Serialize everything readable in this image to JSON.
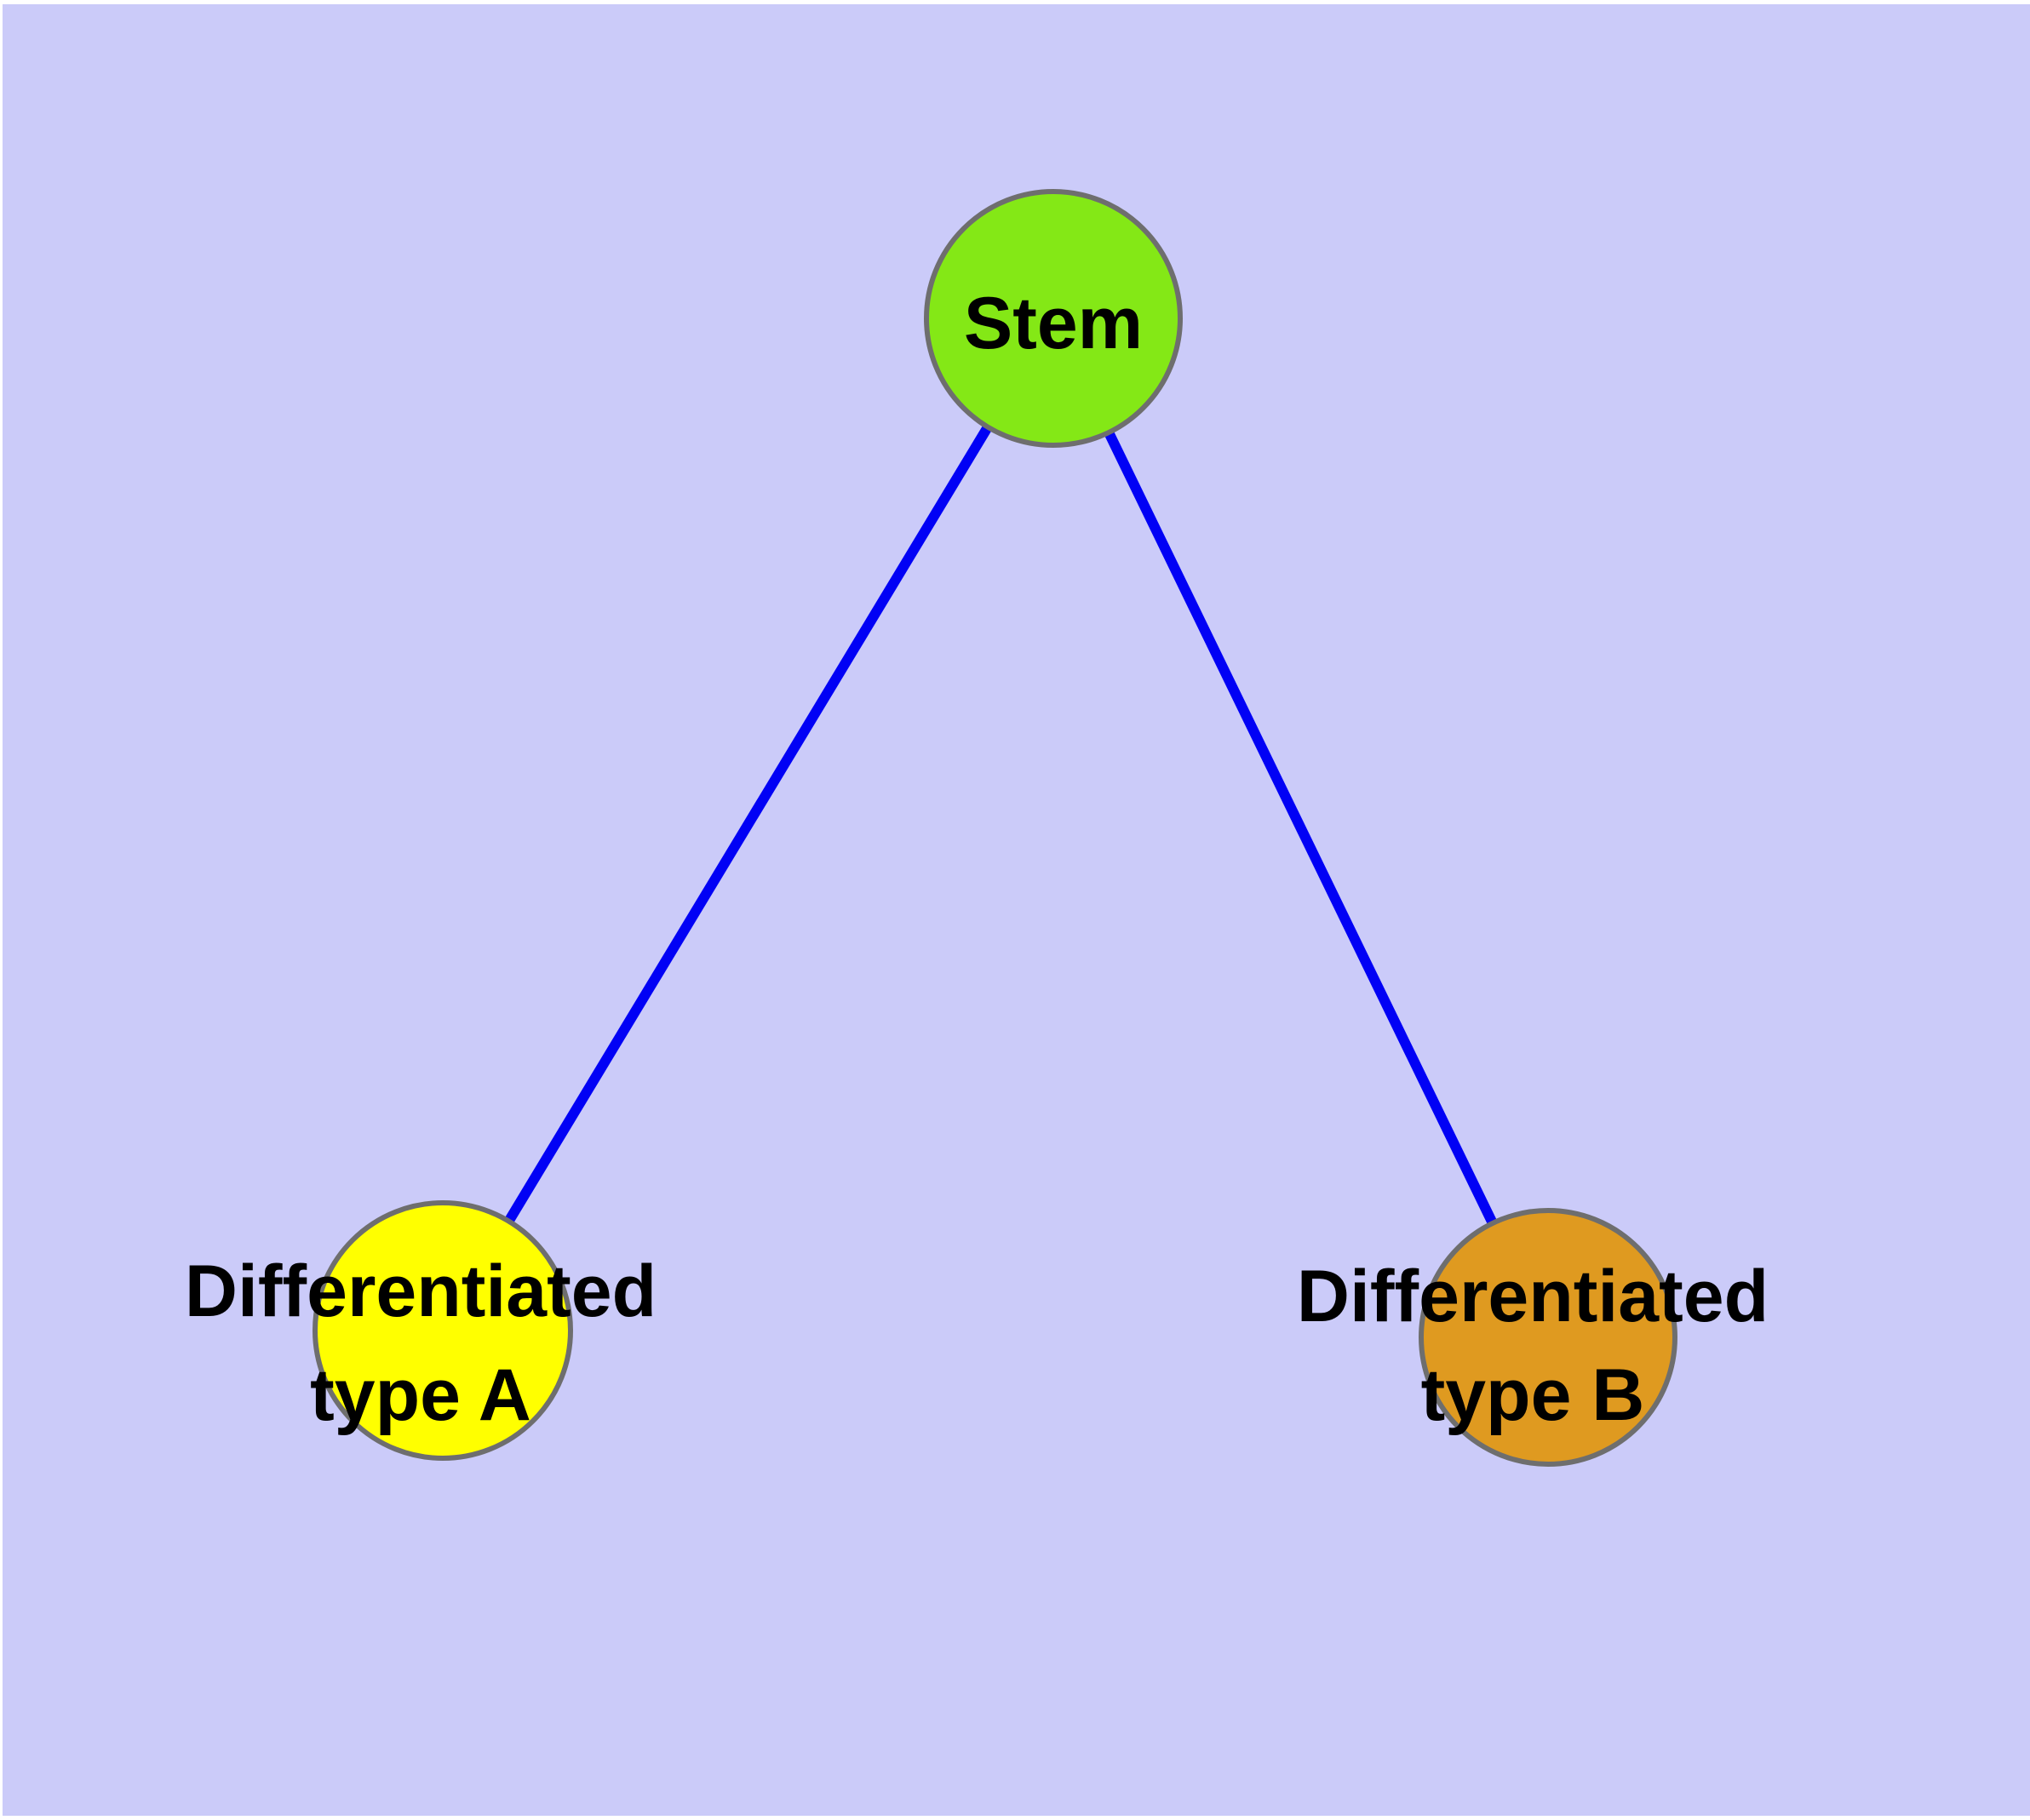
{
  "background_color": "#CBCBF9",
  "graph": {
    "text_color": "#000000",
    "nodes": [
      {
        "id": "stem",
        "label_lines": [
          "Stem"
        ],
        "fill": "#84E816",
        "border": "#6E6E6E"
      },
      {
        "id": "type_a",
        "label_lines": [
          "Differentiated",
          "type A"
        ],
        "fill": "#FFFF00",
        "border": "#6E6E6E"
      },
      {
        "id": "type_b",
        "label_lines": [
          "Differentiated",
          "type B"
        ],
        "fill": "#DF9A20",
        "border": "#6E6E6E"
      }
    ],
    "edges": [
      {
        "from": "stem",
        "to": "type_a",
        "color": "#0101F5"
      },
      {
        "from": "stem",
        "to": "type_b",
        "color": "#0101F5"
      }
    ]
  }
}
